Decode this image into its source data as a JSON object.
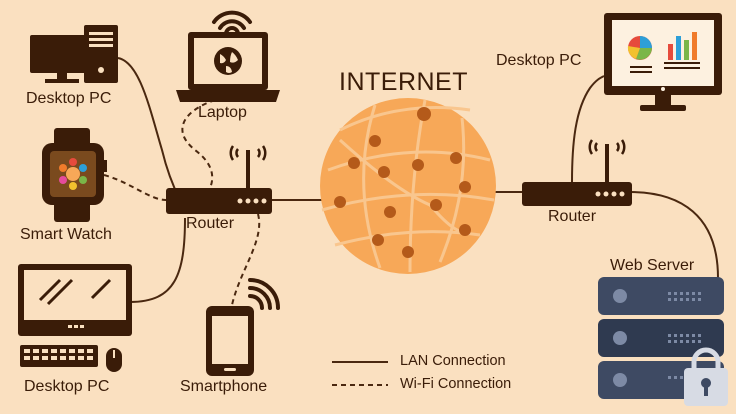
{
  "diagram": {
    "title": "INTERNET",
    "nodes": {
      "desktop_top_left": "Desktop PC",
      "laptop": "Laptop",
      "smart_watch": "Smart Watch",
      "router_left": "Router",
      "desktop_bottom_left": "Desktop PC",
      "smartphone": "Smartphone",
      "desktop_right": "Desktop PC",
      "router_right": "Router",
      "web_server": "Web Server"
    },
    "legend": {
      "lan": "LAN Connection",
      "wifi": "Wi-Fi Connection"
    }
  },
  "colors": {
    "background": "#fae0c0",
    "ink": "#3a1c08",
    "globe": "#f7a858",
    "server": "#3e4a63"
  }
}
